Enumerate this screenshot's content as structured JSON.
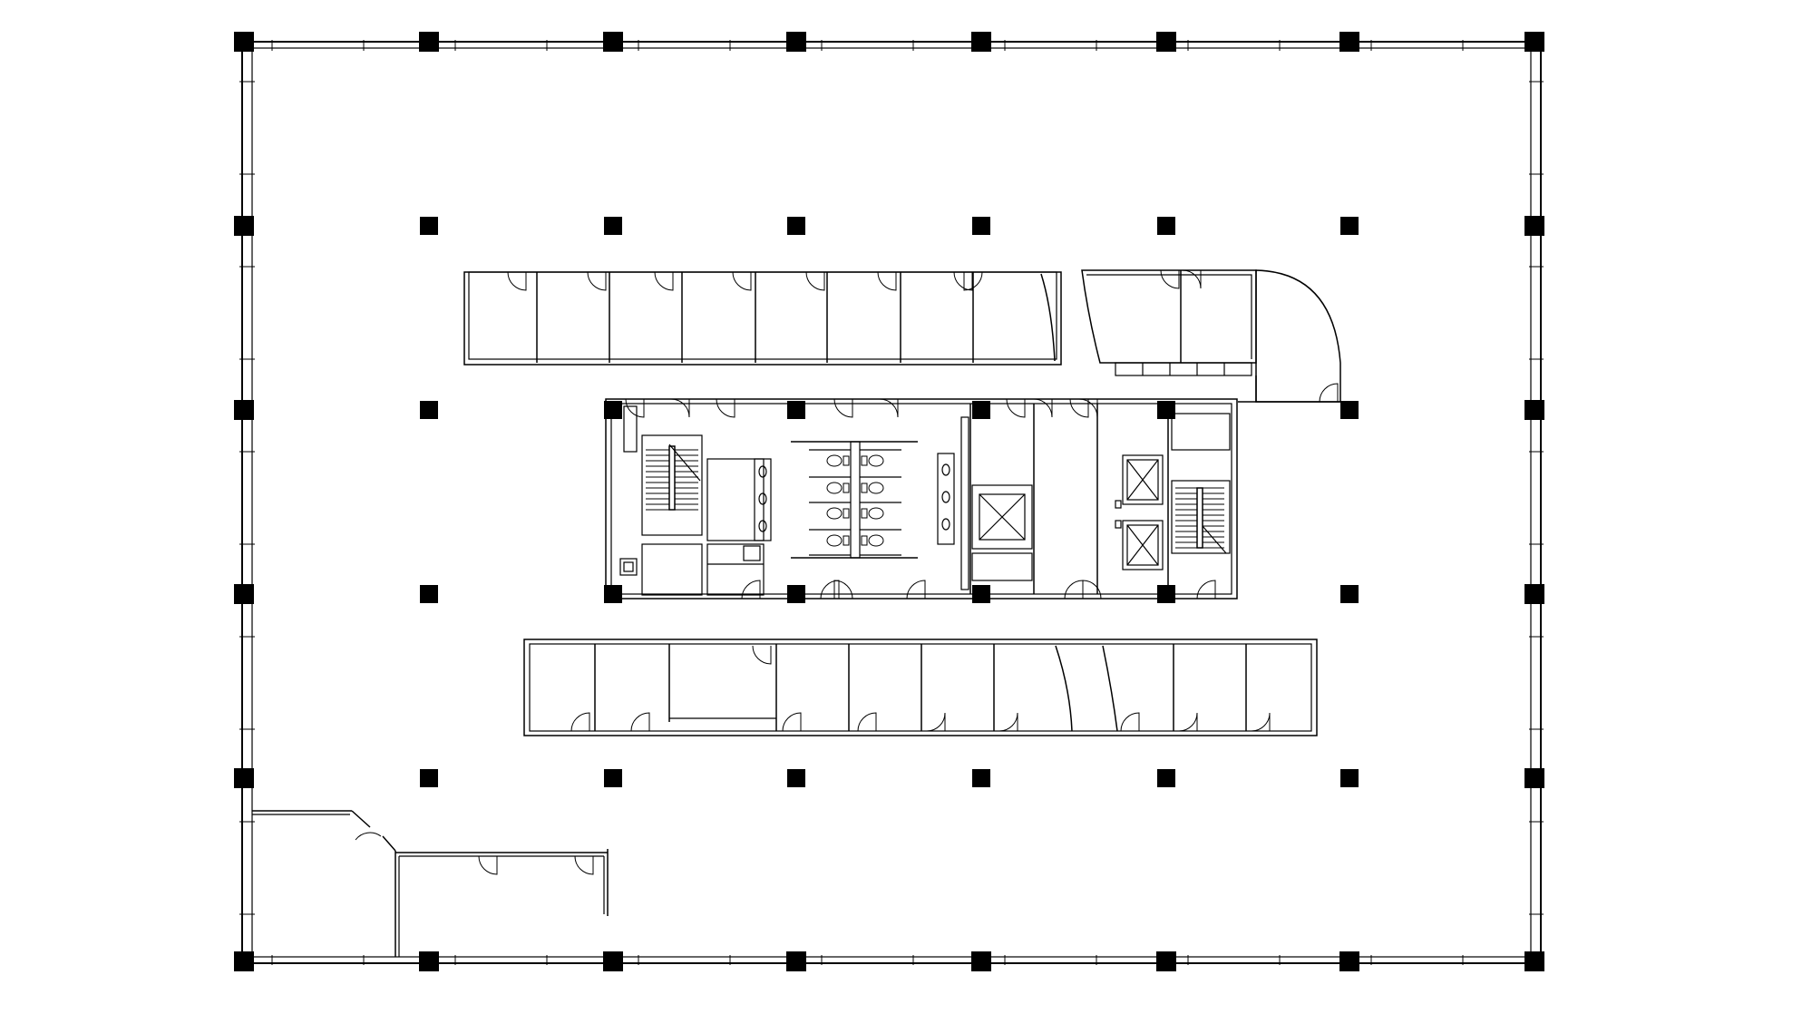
{
  "plan": {
    "columns": {
      "rows": 6,
      "cols": 8,
      "style": "solid-square"
    },
    "offices": {
      "north_row_count": 10,
      "south_row_count": 11
    },
    "core": {
      "stairs": 2,
      "elevators": 3,
      "restroom_stalls": 8
    },
    "colors": {
      "line": "#000000",
      "background": "#ffffff"
    }
  }
}
